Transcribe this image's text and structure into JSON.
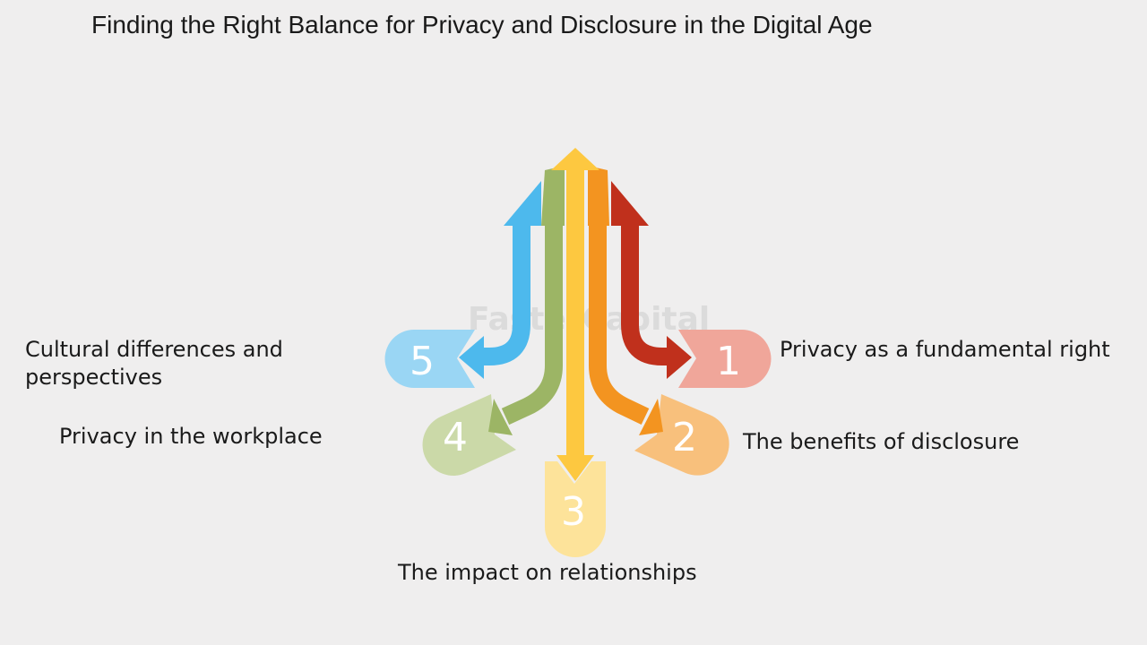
{
  "title": "Finding the Right Balance for Privacy and Disclosure in the Digital Age",
  "watermark": "FasterCapital",
  "steps": [
    {
      "number": "1",
      "label": "Privacy as a fundamental right",
      "color": "#c0301c",
      "tag_color": "#f0a69a"
    },
    {
      "number": "2",
      "label": "The benefits of disclosure",
      "color": "#f39420",
      "tag_color": "#f8c07c"
    },
    {
      "number": "3",
      "label": "The impact on relationships",
      "color": "#fdc840",
      "tag_color": "#fde39a"
    },
    {
      "number": "4",
      "label": "Privacy in the workplace",
      "color": "#9cb565",
      "tag_color": "#cbd9a8"
    },
    {
      "number": "5",
      "label": "Cultural differences and perspectives",
      "color": "#4db9ed",
      "tag_color": "#9ad6f4"
    }
  ]
}
